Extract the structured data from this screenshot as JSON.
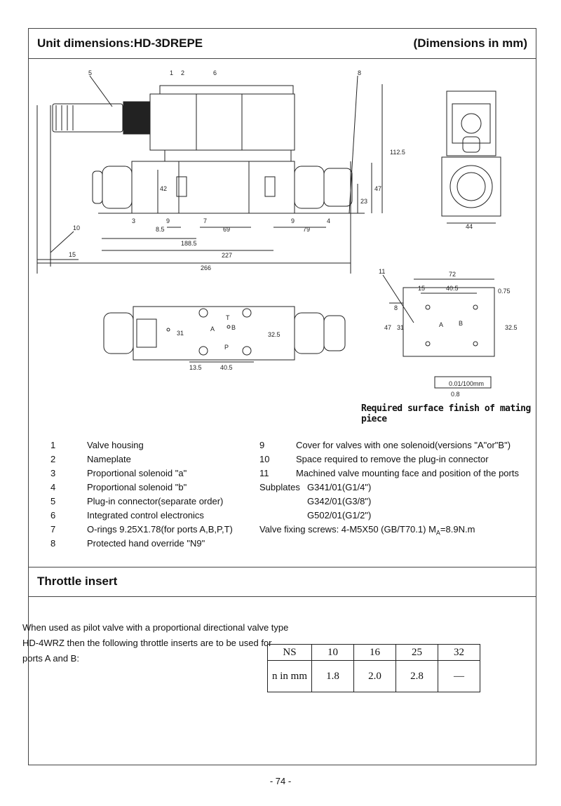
{
  "header": {
    "title": "Unit dimensions:HD-3DREPE",
    "units": "(Dimensions in mm)"
  },
  "drawing": {
    "labels": {
      "dim_42": "42",
      "dim_8_5": "8.5",
      "dim_69": "69",
      "dim_79": "79",
      "dim_188_5": "188.5",
      "dim_227": "227",
      "dim_266": "266",
      "dim_15": "15",
      "dim_112_5": "112.5",
      "dim_47": "47",
      "dim_23": "23",
      "dim_44": "44",
      "dim_31": "31",
      "dim_32_5": "32.5",
      "dim_13_5": "13.5",
      "dim_40_5": "40.5",
      "dim_72": "72",
      "dim_0_75": "0.75",
      "dim_8": "8",
      "port_a": "A",
      "port_b": "B",
      "port_p": "P",
      "port_t": "T"
    },
    "callouts": [
      "1",
      "2",
      "3",
      "4",
      "5",
      "6",
      "7",
      "8",
      "9",
      "9",
      "10",
      "11"
    ],
    "tolerance": "0.01/100mm",
    "roughness": "0.8",
    "surface_note": "Required surface finish of mating piece"
  },
  "legend_left": [
    {
      "num": "1",
      "text": "Valve housing"
    },
    {
      "num": "2",
      "text": "Nameplate"
    },
    {
      "num": "3",
      "text": "Proportional solenoid \"a\""
    },
    {
      "num": "4",
      "text": "Proportional solenoid \"b\""
    },
    {
      "num": "5",
      "text": "Plug-in connector(separate order)"
    },
    {
      "num": "6",
      "text": "Integrated control electronics"
    },
    {
      "num": "7",
      "text": "O-rings 9.25X1.78(for ports A,B,P,T)"
    },
    {
      "num": "8",
      "text": "Protected hand override \"N9\""
    }
  ],
  "legend_right": [
    {
      "num": "9",
      "text": "Cover for valves with one solenoid(versions \"A\"or\"B\")"
    },
    {
      "num": "10",
      "text": "Space required to remove the plug-in connector"
    },
    {
      "num": "11",
      "text": "Machined valve mounting face and position of the ports"
    }
  ],
  "subplates": {
    "label": "Subplates",
    "items": [
      "G341/01(G1/4\")",
      "G342/01(G3/8\")",
      "G502/01(G1/2\")"
    ]
  },
  "screws": {
    "text": "Valve fixing screws: 4-M5X50 (GB/T70.1)  M",
    "sub": "A",
    "tail": "=8.9N.m"
  },
  "throttle": {
    "title": "Throttle insert",
    "paragraph": "When used as pilot valve with a proportional directional valve type HD-4WRZ then the following throttle inserts are to be used for ports A and B:",
    "table": {
      "header": [
        "NS",
        "10",
        "16",
        "25",
        "32"
      ],
      "row": [
        "n in mm",
        "1.8",
        "2.0",
        "2.8",
        "—"
      ]
    }
  },
  "page_number": "- 74 -"
}
